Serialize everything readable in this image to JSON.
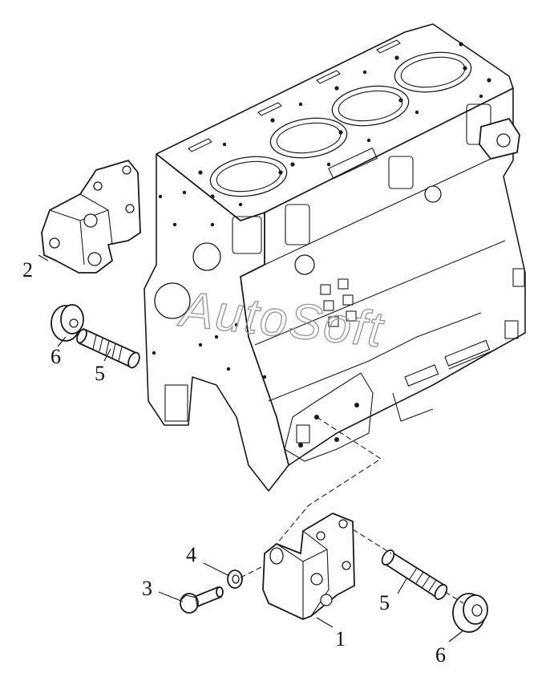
{
  "watermark": "AutoSoft",
  "callouts": {
    "c1": "1",
    "c2": "2",
    "c3": "3",
    "c4": "4",
    "c5_left": "5",
    "c5_right": "5",
    "c6_left": "6",
    "c6_right": "6"
  },
  "colors": {
    "line": "#1a1a1a",
    "background": "#ffffff",
    "watermark": "#9a9a9a"
  }
}
